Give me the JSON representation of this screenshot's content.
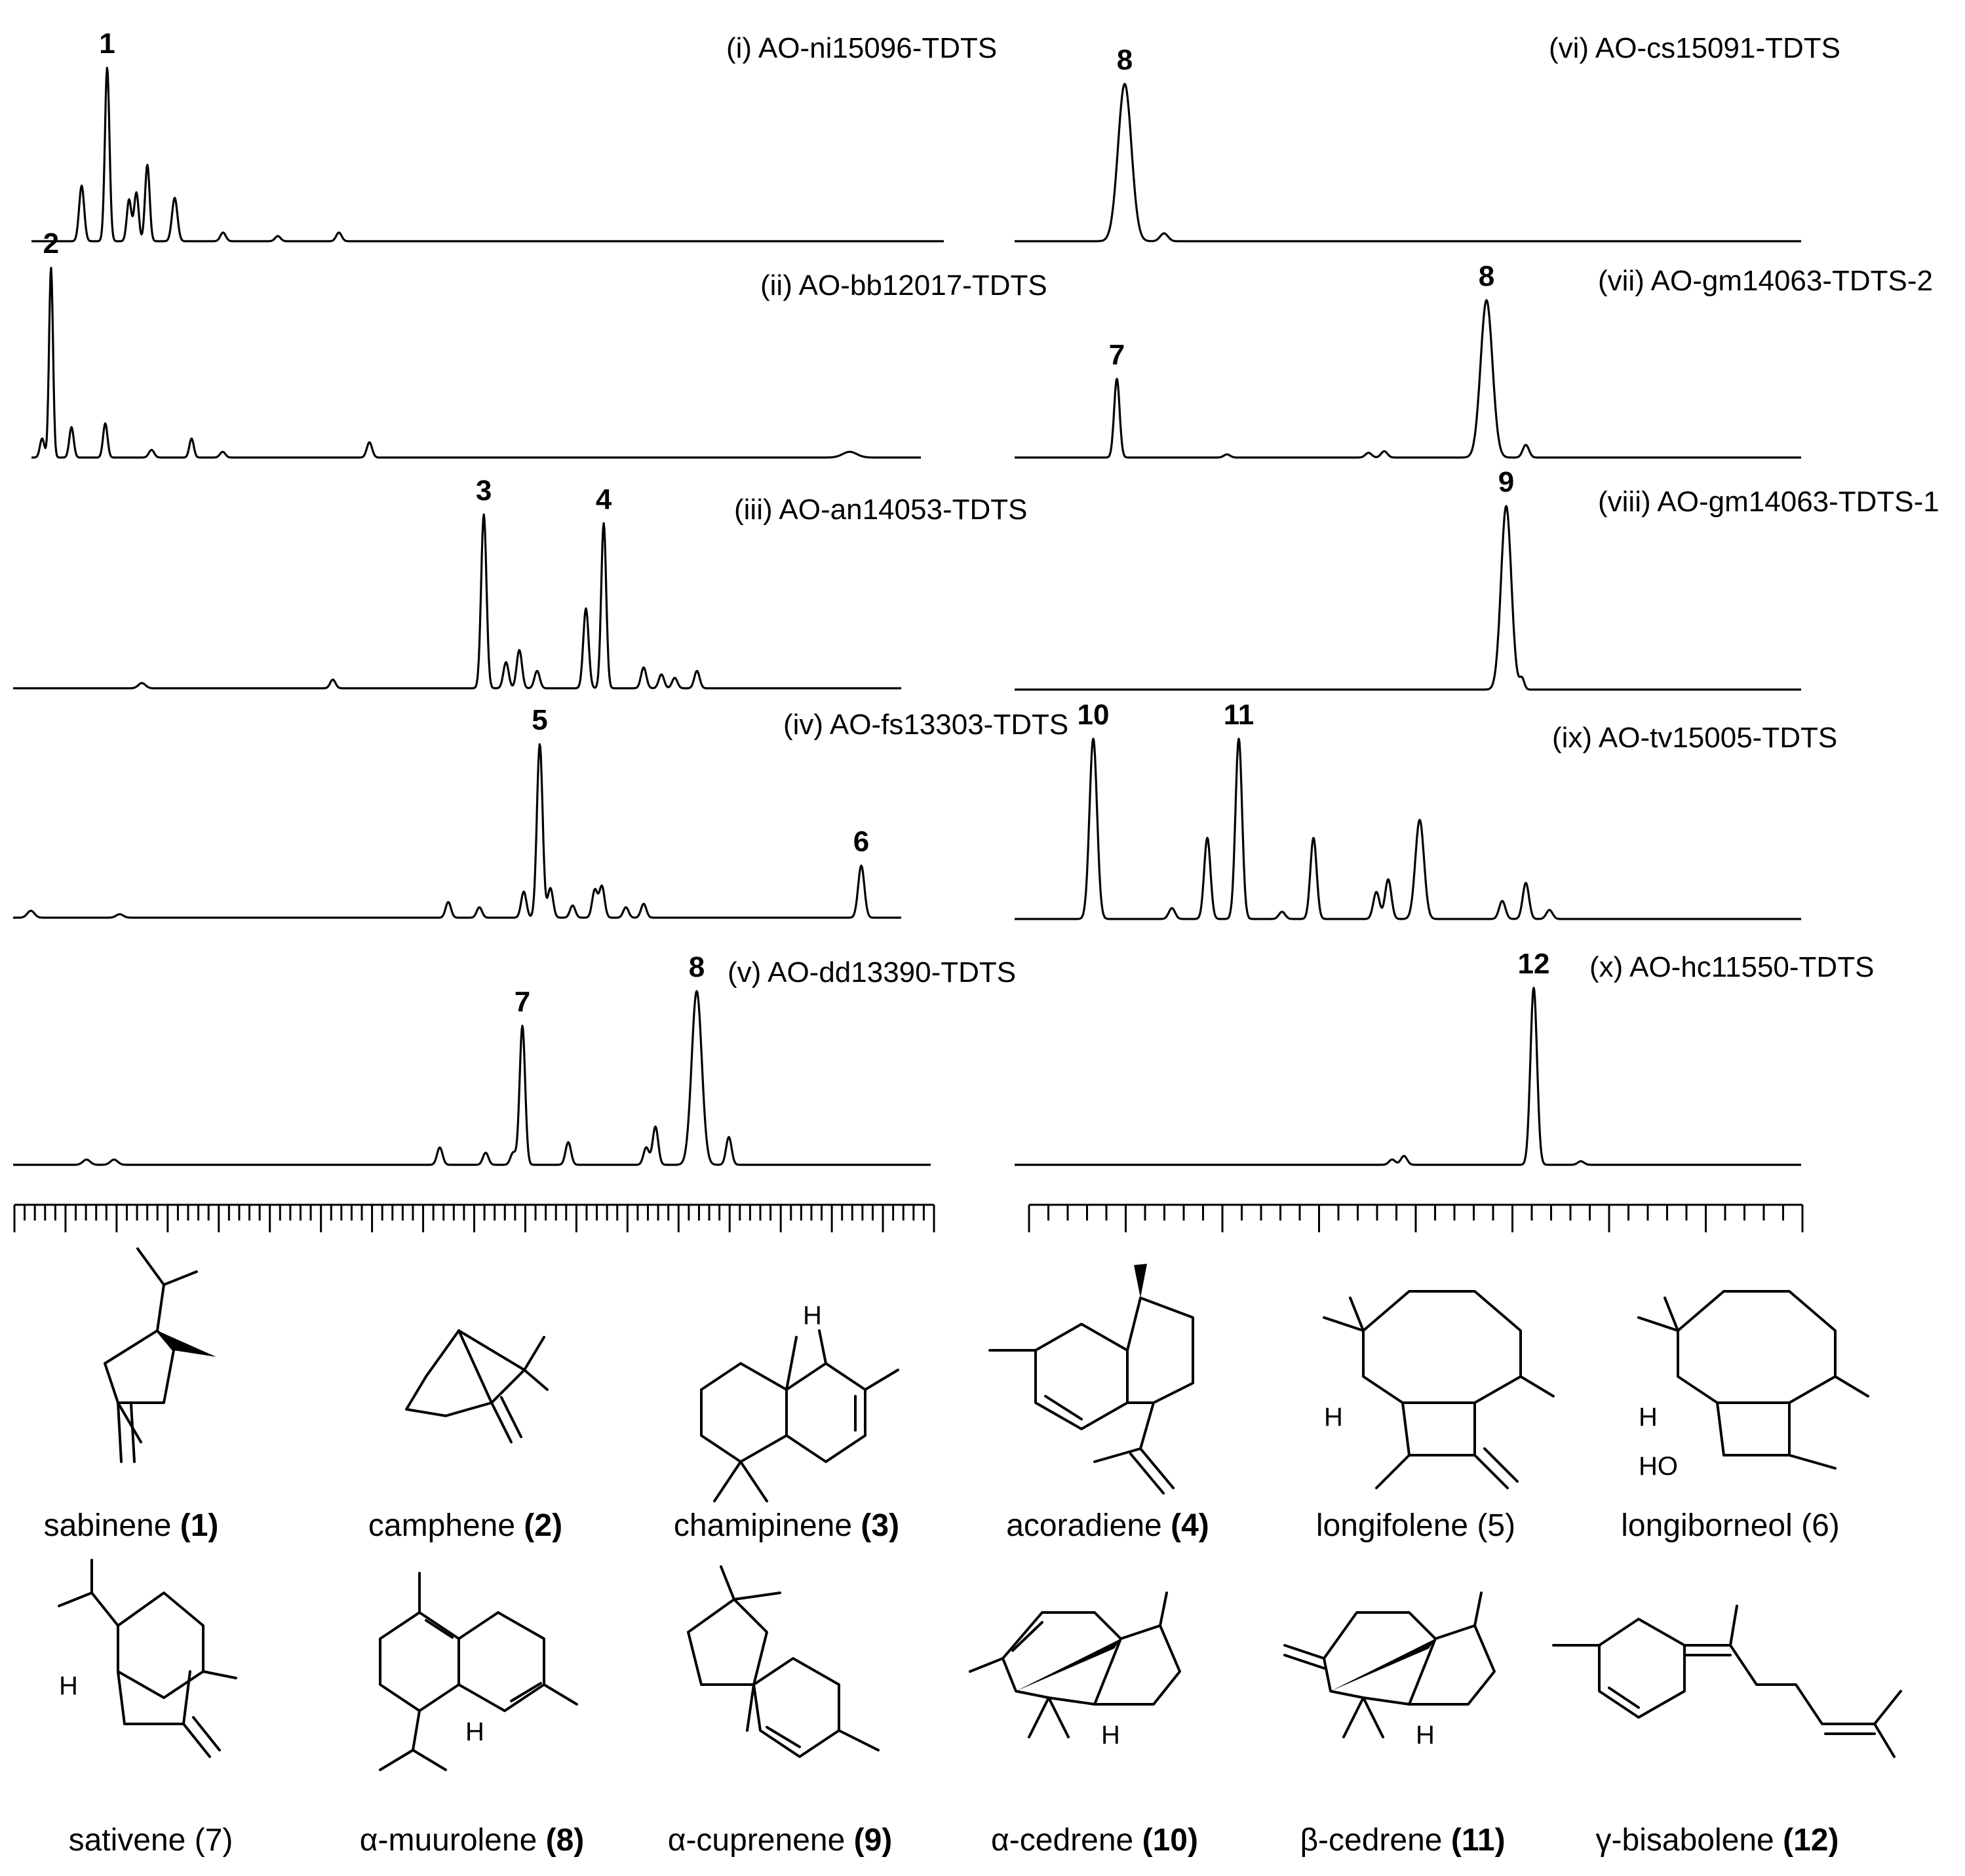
{
  "chart_data": [
    {
      "type": "line",
      "label": "(i) AO-ni15096-TDTS",
      "peaks": [
        {
          "x": 0.055,
          "h": 0.32,
          "w": 0.0028
        },
        {
          "x": 0.083,
          "h": 1.0,
          "w": 0.0025
        },
        {
          "x": 0.107,
          "h": 0.24,
          "w": 0.0025
        },
        {
          "x": 0.115,
          "h": 0.28,
          "w": 0.0025
        },
        {
          "x": 0.127,
          "h": 0.44,
          "w": 0.0025
        },
        {
          "x": 0.157,
          "h": 0.25,
          "w": 0.003
        },
        {
          "x": 0.21,
          "h": 0.05,
          "w": 0.003
        },
        {
          "x": 0.27,
          "h": 0.03,
          "w": 0.003
        },
        {
          "x": 0.337,
          "h": 0.05,
          "w": 0.003
        }
      ],
      "peak_labels": [
        {
          "text": "1",
          "x": 0.083
        }
      ]
    },
    {
      "type": "line",
      "label": "(ii) AO-bb12017-TDTS",
      "peaks": [
        {
          "x": 0.012,
          "h": 0.1,
          "w": 0.0025
        },
        {
          "x": 0.022,
          "h": 1.0,
          "w": 0.0022
        },
        {
          "x": 0.045,
          "h": 0.16,
          "w": 0.0025
        },
        {
          "x": 0.083,
          "h": 0.18,
          "w": 0.0025
        },
        {
          "x": 0.135,
          "h": 0.04,
          "w": 0.003
        },
        {
          "x": 0.18,
          "h": 0.1,
          "w": 0.0025
        },
        {
          "x": 0.215,
          "h": 0.03,
          "w": 0.003
        },
        {
          "x": 0.38,
          "h": 0.08,
          "w": 0.003
        },
        {
          "x": 0.92,
          "h": 0.03,
          "w": 0.008
        }
      ],
      "peak_labels": [
        {
          "text": "2",
          "x": 0.022
        }
      ]
    },
    {
      "type": "line",
      "label": "(iii) AO-an14053-TDTS",
      "peaks": [
        {
          "x": 0.145,
          "h": 0.03,
          "w": 0.004
        },
        {
          "x": 0.36,
          "h": 0.05,
          "w": 0.003
        },
        {
          "x": 0.53,
          "h": 1.0,
          "w": 0.003
        },
        {
          "x": 0.555,
          "h": 0.15,
          "w": 0.003
        },
        {
          "x": 0.57,
          "h": 0.22,
          "w": 0.003
        },
        {
          "x": 0.59,
          "h": 0.1,
          "w": 0.003
        },
        {
          "x": 0.645,
          "h": 0.46,
          "w": 0.003
        },
        {
          "x": 0.665,
          "h": 0.95,
          "w": 0.0028
        },
        {
          "x": 0.71,
          "h": 0.12,
          "w": 0.003
        },
        {
          "x": 0.73,
          "h": 0.08,
          "w": 0.003
        },
        {
          "x": 0.745,
          "h": 0.06,
          "w": 0.003
        },
        {
          "x": 0.77,
          "h": 0.1,
          "w": 0.003
        }
      ],
      "peak_labels": [
        {
          "text": "3",
          "x": 0.53
        },
        {
          "text": "4",
          "x": 0.665
        }
      ]
    },
    {
      "type": "line",
      "label": "(iv) AO-fs13303-TDTS",
      "peaks": [
        {
          "x": 0.02,
          "h": 0.04,
          "w": 0.004
        },
        {
          "x": 0.12,
          "h": 0.02,
          "w": 0.004
        },
        {
          "x": 0.49,
          "h": 0.09,
          "w": 0.003
        },
        {
          "x": 0.525,
          "h": 0.06,
          "w": 0.003
        },
        {
          "x": 0.575,
          "h": 0.15,
          "w": 0.003
        },
        {
          "x": 0.593,
          "h": 1.0,
          "w": 0.0032
        },
        {
          "x": 0.605,
          "h": 0.17,
          "w": 0.003
        },
        {
          "x": 0.63,
          "h": 0.07,
          "w": 0.003
        },
        {
          "x": 0.655,
          "h": 0.16,
          "w": 0.003
        },
        {
          "x": 0.663,
          "h": 0.18,
          "w": 0.003
        },
        {
          "x": 0.69,
          "h": 0.06,
          "w": 0.003
        },
        {
          "x": 0.71,
          "h": 0.08,
          "w": 0.003
        },
        {
          "x": 0.955,
          "h": 0.3,
          "w": 0.0035
        }
      ],
      "peak_labels": [
        {
          "text": "5",
          "x": 0.593
        },
        {
          "text": "6",
          "x": 0.955
        }
      ]
    },
    {
      "type": "line",
      "label": "(v) AO-dd13390-TDTS",
      "peaks": [
        {
          "x": 0.08,
          "h": 0.03,
          "w": 0.004
        },
        {
          "x": 0.11,
          "h": 0.03,
          "w": 0.004
        },
        {
          "x": 0.465,
          "h": 0.1,
          "w": 0.003
        },
        {
          "x": 0.515,
          "h": 0.07,
          "w": 0.003
        },
        {
          "x": 0.545,
          "h": 0.07,
          "w": 0.003
        },
        {
          "x": 0.555,
          "h": 0.8,
          "w": 0.003
        },
        {
          "x": 0.605,
          "h": 0.13,
          "w": 0.003
        },
        {
          "x": 0.69,
          "h": 0.1,
          "w": 0.003
        },
        {
          "x": 0.7,
          "h": 0.22,
          "w": 0.003
        },
        {
          "x": 0.745,
          "h": 1.0,
          "w": 0.0055
        },
        {
          "x": 0.78,
          "h": 0.16,
          "w": 0.003
        }
      ],
      "peak_labels": [
        {
          "text": "7",
          "x": 0.555
        },
        {
          "text": "8",
          "x": 0.745
        }
      ]
    },
    {
      "type": "line",
      "label": "(vi) AO-cs15091-TDTS",
      "peaks": [
        {
          "x": 0.14,
          "h": 1.0,
          "w": 0.0085
        },
        {
          "x": 0.19,
          "h": 0.05,
          "w": 0.005
        }
      ],
      "peak_labels": [
        {
          "text": "8",
          "x": 0.14
        }
      ]
    },
    {
      "type": "line",
      "label": "(vii) AO-gm14063-TDTS-2",
      "peaks": [
        {
          "x": 0.13,
          "h": 0.5,
          "w": 0.0035
        },
        {
          "x": 0.27,
          "h": 0.02,
          "w": 0.004
        },
        {
          "x": 0.45,
          "h": 0.03,
          "w": 0.004
        },
        {
          "x": 0.47,
          "h": 0.04,
          "w": 0.004
        },
        {
          "x": 0.6,
          "h": 1.0,
          "w": 0.0075
        },
        {
          "x": 0.65,
          "h": 0.08,
          "w": 0.004
        }
      ],
      "peak_labels": [
        {
          "text": "7",
          "x": 0.13
        },
        {
          "text": "8",
          "x": 0.6
        }
      ]
    },
    {
      "type": "line",
      "label": "(viii) AO-gm14063-TDTS-1",
      "peaks": [
        {
          "x": 0.625,
          "h": 1.0,
          "w": 0.0065
        },
        {
          "x": 0.645,
          "h": 0.06,
          "w": 0.003
        }
      ],
      "peak_labels": [
        {
          "text": "9",
          "x": 0.625
        }
      ]
    },
    {
      "type": "line",
      "label": "(ix) AO-tv15005-TDTS",
      "peaks": [
        {
          "x": 0.1,
          "h": 1.0,
          "w": 0.0048
        },
        {
          "x": 0.2,
          "h": 0.06,
          "w": 0.004
        },
        {
          "x": 0.245,
          "h": 0.45,
          "w": 0.004
        },
        {
          "x": 0.285,
          "h": 1.0,
          "w": 0.0042
        },
        {
          "x": 0.34,
          "h": 0.04,
          "w": 0.004
        },
        {
          "x": 0.38,
          "h": 0.45,
          "w": 0.004
        },
        {
          "x": 0.46,
          "h": 0.15,
          "w": 0.004
        },
        {
          "x": 0.475,
          "h": 0.22,
          "w": 0.004
        },
        {
          "x": 0.515,
          "h": 0.55,
          "w": 0.0055
        },
        {
          "x": 0.62,
          "h": 0.1,
          "w": 0.004
        },
        {
          "x": 0.65,
          "h": 0.2,
          "w": 0.004
        },
        {
          "x": 0.68,
          "h": 0.05,
          "w": 0.004
        }
      ],
      "peak_labels": [
        {
          "text": "10",
          "x": 0.1
        },
        {
          "text": "11",
          "x": 0.285
        }
      ]
    },
    {
      "type": "line",
      "label": "(x) AO-hc11550-TDTS",
      "peaks": [
        {
          "x": 0.48,
          "h": 0.03,
          "w": 0.004
        },
        {
          "x": 0.495,
          "h": 0.05,
          "w": 0.004
        },
        {
          "x": 0.66,
          "h": 1.0,
          "w": 0.0042
        },
        {
          "x": 0.72,
          "h": 0.02,
          "w": 0.004
        }
      ],
      "peak_labels": [
        {
          "text": "12",
          "x": 0.66
        }
      ]
    }
  ],
  "compounds": [
    {
      "name": "sabinene",
      "num": "(1)",
      "bold": true
    },
    {
      "name": "camphene",
      "num": "(2)",
      "bold": true
    },
    {
      "name": "chamipinene",
      "num": "(3)",
      "bold": true
    },
    {
      "name": "acoradiene",
      "num": "(4)",
      "bold": true
    },
    {
      "name": "longifolene",
      "num": "(5)",
      "bold": false
    },
    {
      "name": "longiborneol",
      "num": "(6)",
      "bold": false
    },
    {
      "name": "sativene",
      "num": "(7)",
      "bold": false
    },
    {
      "name": "α-muurolene",
      "num": "(8)",
      "bold": true
    },
    {
      "name": "α-cuprenene",
      "num": "(9)",
      "bold": true
    },
    {
      "name": "α-cedrene",
      "num": "(10)",
      "bold": true
    },
    {
      "name": "β-cedrene",
      "num": "(11)",
      "bold": true
    },
    {
      "name": "γ-bisabolene",
      "num": "(12)",
      "bold": true
    }
  ],
  "atom_labels": {
    "h": "H",
    "ho": "HO"
  }
}
